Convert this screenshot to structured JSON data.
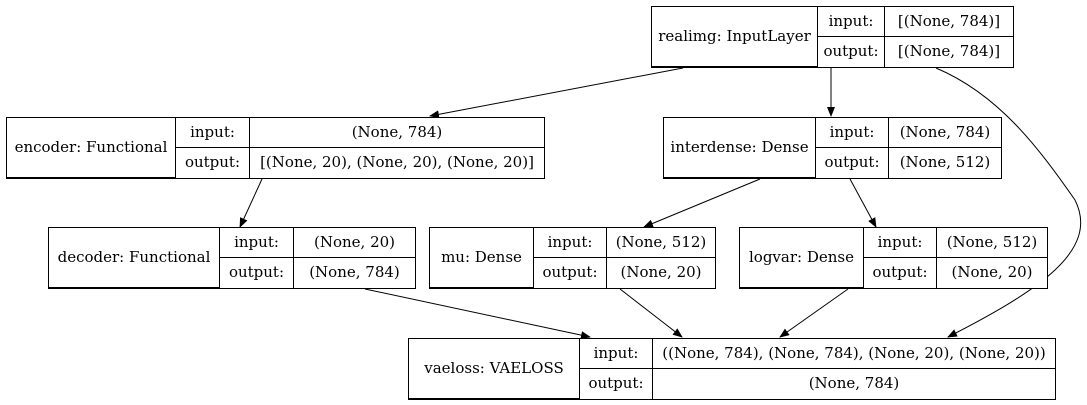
{
  "nodes": [
    {
      "id": "realimg",
      "name": "realimg: InputLayer",
      "input": "[(None, 784)]",
      "output": "[(None, 784)]"
    },
    {
      "id": "encoder",
      "name": "encoder: Functional",
      "input": "(None, 784)",
      "output": "[(None, 20), (None, 20), (None, 20)]"
    },
    {
      "id": "interdense",
      "name": "interdense: Dense",
      "input": "(None, 784)",
      "output": "(None, 512)"
    },
    {
      "id": "decoder",
      "name": "decoder: Functional",
      "input": "(None, 20)",
      "output": "(None, 784)"
    },
    {
      "id": "mu",
      "name": "mu: Dense",
      "input": "(None, 512)",
      "output": "(None, 20)"
    },
    {
      "id": "logvar",
      "name": "logvar: Dense",
      "input": "(None, 512)",
      "output": "(None, 20)"
    },
    {
      "id": "vaeloss",
      "name": "vaeloss: VAELOSS",
      "input": "((None, 784), (None, 784), (None, 20), (None, 20))",
      "output": "(None, 784)"
    }
  ],
  "labels": {
    "input": "input:",
    "output": "output:"
  },
  "edges": [
    {
      "from": "realimg",
      "to": "encoder"
    },
    {
      "from": "realimg",
      "to": "interdense"
    },
    {
      "from": "realimg",
      "to": "vaeloss"
    },
    {
      "from": "encoder",
      "to": "decoder"
    },
    {
      "from": "interdense",
      "to": "mu"
    },
    {
      "from": "interdense",
      "to": "logvar"
    },
    {
      "from": "decoder",
      "to": "vaeloss"
    },
    {
      "from": "mu",
      "to": "vaeloss"
    },
    {
      "from": "logvar",
      "to": "vaeloss"
    }
  ]
}
